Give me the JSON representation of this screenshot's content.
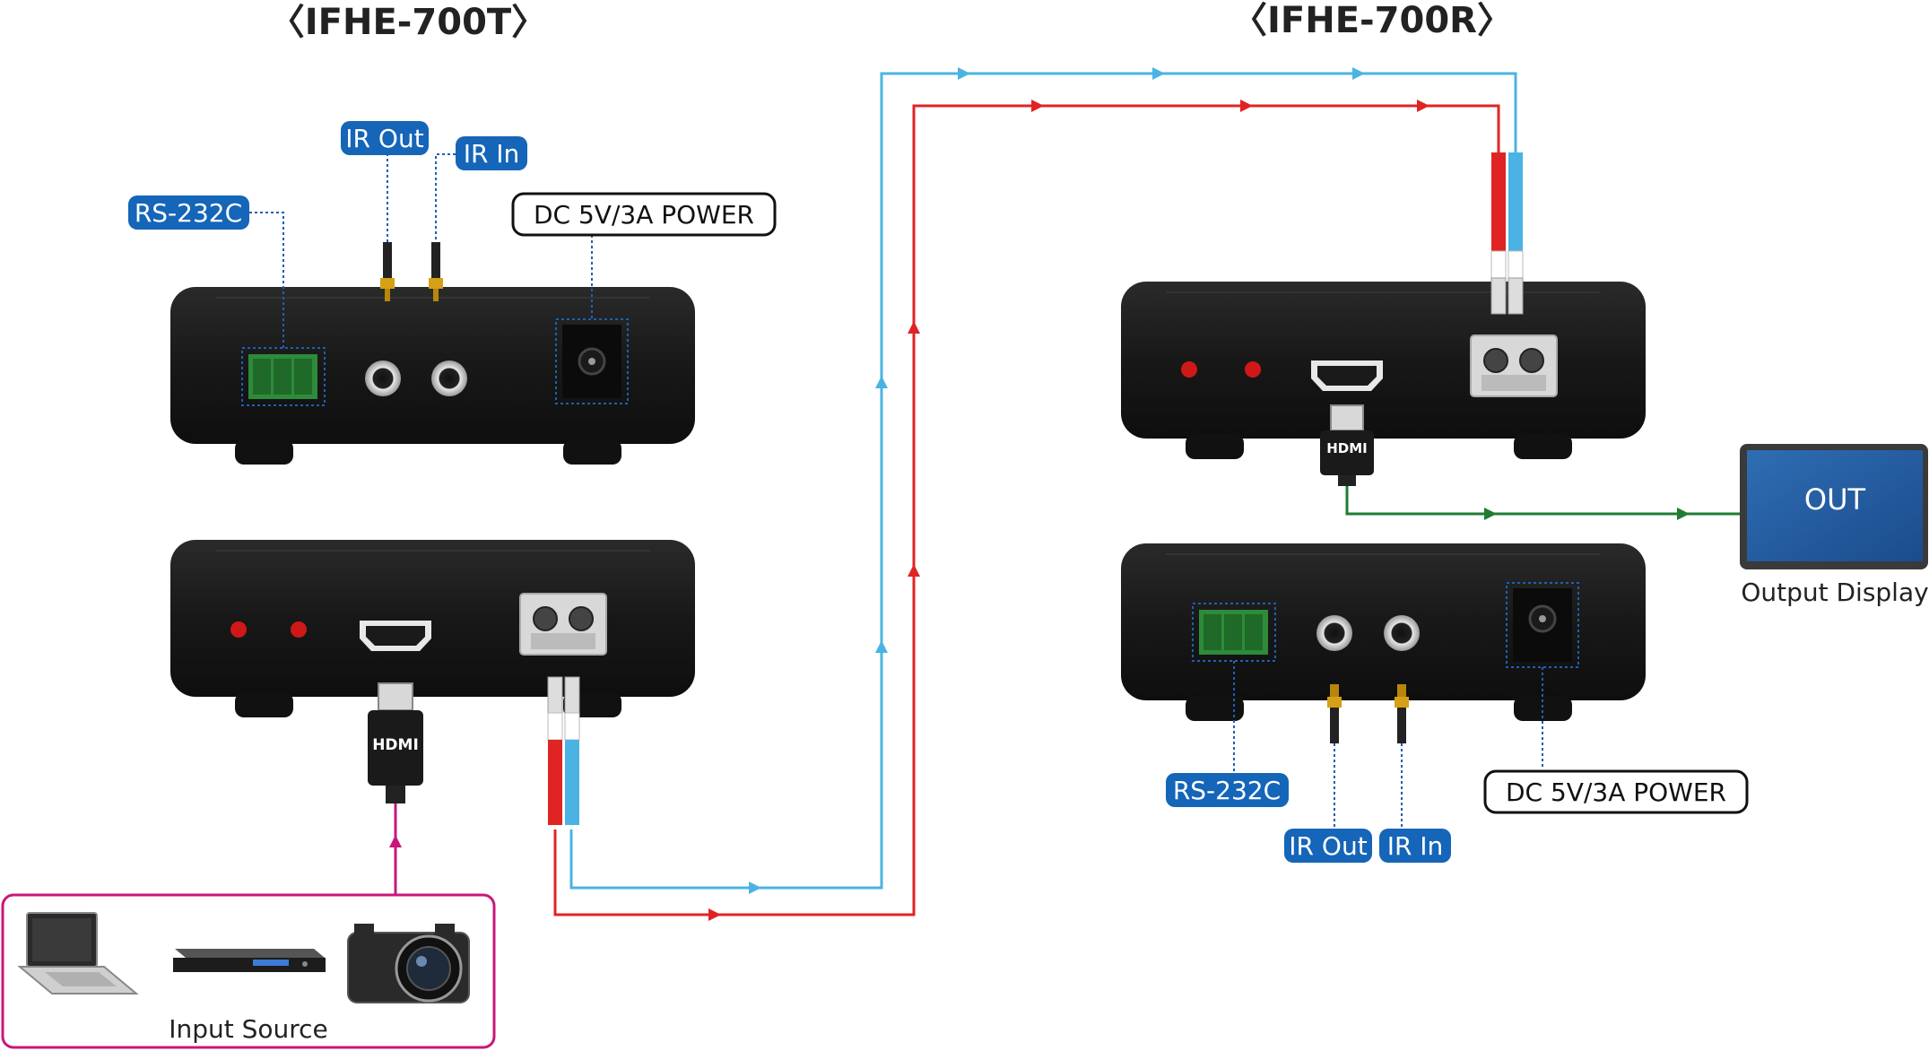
{
  "tx": {
    "title": "〈IFHE-700T〉"
  },
  "rx": {
    "title": "〈IFHE-700R〉"
  },
  "labels": {
    "tx_ir_out": "IR Out",
    "tx_ir_in": "IR In",
    "tx_rs232": "RS-232C",
    "tx_power": "DC 5V/3A POWER",
    "rx_rs232": "RS-232C",
    "rx_power": "DC 5V/3A POWER",
    "rx_ir_out": "IR Out",
    "rx_ir_in": "IR In",
    "hdmi_tx": "HDMI",
    "hdmi_rx": "HDMI",
    "display_screen": "OUT",
    "display_caption": "Output Display",
    "input_source": "Input Source"
  },
  "colors": {
    "label_blue": "#1565b8",
    "fiber_red": "#e02424",
    "fiber_blue": "#4bb3e3",
    "hdmi_green": "#1e7d32",
    "source_magenta": "#c8177a",
    "device_body": "#1c1c1c",
    "terminal_green": "#2e8b3a",
    "led_red": "#d01818",
    "dotted_guide": "#1f5fb5"
  },
  "icons": [
    "laptop-icon",
    "media-player-icon",
    "camera-icon"
  ]
}
